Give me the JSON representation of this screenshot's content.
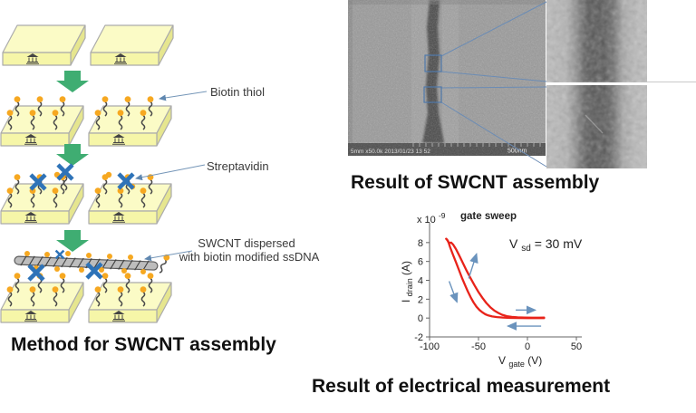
{
  "method": {
    "title": "Method for SWCNT assembly",
    "label_biotin": "Biotin thiol",
    "label_streptavidin": "Streptavidin",
    "label_swcnt_line1": "SWCNT dispersed",
    "label_swcnt_line2": "with biotin modified ssDNA"
  },
  "sem": {
    "title": "Result of SWCNT assembly",
    "footer_info": "5mm x50.0k 2013/01/23 13 52",
    "scale_label": "500nm"
  },
  "electrical": {
    "title": "Result of electrical measurement"
  },
  "colors": {
    "curve_red": "#e8231a",
    "sweep_arrow_blue": "#6a93bd",
    "streptavidin_blue": "#2e73b8",
    "biotin_orange": "#f6a821",
    "step_arrow_green": "#3fad72",
    "electrode_yellow": "#f6f6a8",
    "callout_blue": "#4f79ab"
  },
  "chart_data": {
    "type": "line",
    "title": "gate sweep",
    "scale_prefix": "x 10",
    "scale_exponent": "-9",
    "annotation": {
      "base": "V",
      "sub": "sd",
      "rest": " = 30 mV"
    },
    "xlabel": {
      "base": "V",
      "sub": "gate",
      "rest": " (V)"
    },
    "ylabel": {
      "base": "I",
      "sub": "drain",
      "rest": " (A)"
    },
    "xlim": [
      -100,
      50
    ],
    "ylim": [
      -2,
      10
    ],
    "xticks": [
      -100,
      -50,
      0,
      50
    ],
    "yticks": [
      -2,
      0,
      2,
      4,
      6,
      8
    ],
    "grid": false,
    "legend": "none",
    "series": [
      {
        "name": "sweep toward negative gate voltage (outer branch)",
        "x": [
          -83,
          -81,
          -79,
          -76,
          -73,
          -70,
          -67,
          -64,
          -61,
          -58,
          -55,
          -52,
          -49,
          -46,
          -43,
          -40,
          -36,
          -31,
          -25,
          -18,
          -10,
          0,
          8,
          15,
          17
        ],
        "y": [
          8.4,
          8.15,
          7.5,
          6.7,
          5.9,
          5.1,
          4.3,
          3.55,
          2.85,
          2.2,
          1.65,
          1.2,
          0.85,
          0.6,
          0.4,
          0.28,
          0.17,
          0.1,
          0.05,
          0.02,
          0.01,
          0.0,
          0.0,
          0.0,
          0.0
        ]
      },
      {
        "name": "return sweep toward positive gate voltage (inner branch)",
        "x": [
          17,
          12,
          5,
          -3,
          -10,
          -16,
          -21,
          -26,
          -30,
          -34,
          -38,
          -42,
          -46,
          -50,
          -54,
          -58,
          -62,
          -66,
          -70,
          -73,
          -76,
          -78,
          -80,
          -81,
          -82,
          -83
        ],
        "y": [
          0.05,
          0.04,
          0.04,
          0.05,
          0.07,
          0.12,
          0.2,
          0.35,
          0.55,
          0.8,
          1.15,
          1.6,
          2.15,
          2.75,
          3.45,
          4.2,
          5.0,
          5.85,
          6.7,
          7.3,
          7.8,
          8.0,
          7.95,
          8.1,
          8.3,
          8.4
        ]
      }
    ],
    "sweep_arrows": [
      {
        "x1": -60,
        "y1": 4.2,
        "x2": -52,
        "y2": 6.8
      },
      {
        "x1": -80,
        "y1": 3.9,
        "x2": -72,
        "y2": 1.7
      },
      {
        "x1": -12,
        "y1": 0.85,
        "x2": 8,
        "y2": 0.85
      },
      {
        "x1": 14,
        "y1": -0.85,
        "x2": -20,
        "y2": -0.85
      }
    ]
  }
}
